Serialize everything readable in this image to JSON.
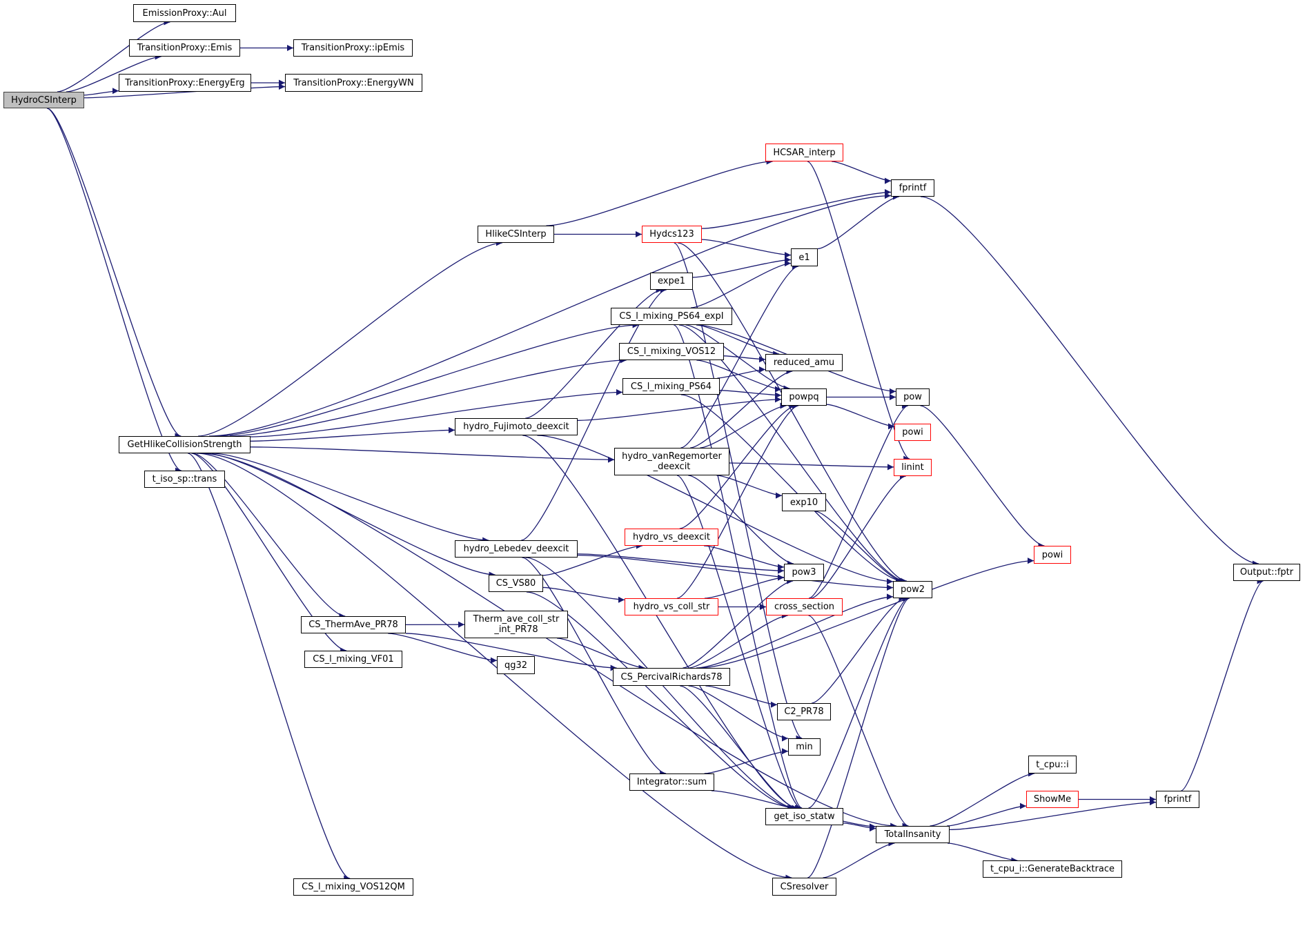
{
  "graph": {
    "type": "call-graph",
    "root": "HydroCSInterp",
    "colors": {
      "edge": "#191970",
      "node_border": "#000000",
      "truncated_border": "#ff0000",
      "root_fill": "#bfbfbf"
    },
    "nodes": {
      "HydroCSInterp": {
        "label": "HydroCSInterp",
        "kind": "root"
      },
      "EmissionProxy_Aul": {
        "label": "EmissionProxy::Aul",
        "kind": "normal"
      },
      "TransitionProxy_Emis": {
        "label": "TransitionProxy::Emis",
        "kind": "normal"
      },
      "TransitionProxy_ipEmis": {
        "label": "TransitionProxy::ipEmis",
        "kind": "normal"
      },
      "TransitionProxy_EnergyErg": {
        "label": "TransitionProxy::EnergyErg",
        "kind": "normal"
      },
      "TransitionProxy_EnergyWN": {
        "label": "TransitionProxy::EnergyWN",
        "kind": "normal"
      },
      "GetHlikeCollisionStrength": {
        "label": "GetHlikeCollisionStrength",
        "kind": "normal"
      },
      "t_iso_sp_trans": {
        "label": "t_iso_sp::trans",
        "kind": "normal"
      },
      "HlikeCSInterp": {
        "label": "HlikeCSInterp",
        "kind": "normal"
      },
      "HCSAR_interp": {
        "label": "HCSAR_interp",
        "kind": "truncated"
      },
      "Hydcs123": {
        "label": "Hydcs123",
        "kind": "truncated"
      },
      "fprintf_top": {
        "label": "fprintf",
        "kind": "normal"
      },
      "e1": {
        "label": "e1",
        "kind": "normal"
      },
      "expe1": {
        "label": "expe1",
        "kind": "normal"
      },
      "CS_l_mixing_PS64_expI": {
        "label": "CS_l_mixing_PS64_expI",
        "kind": "normal"
      },
      "CS_l_mixing_VOS12": {
        "label": "CS_l_mixing_VOS12",
        "kind": "normal"
      },
      "CS_l_mixing_PS64": {
        "label": "CS_l_mixing_PS64",
        "kind": "normal"
      },
      "reduced_amu": {
        "label": "reduced_amu",
        "kind": "normal"
      },
      "powpq": {
        "label": "powpq",
        "kind": "normal"
      },
      "pow": {
        "label": "pow",
        "kind": "normal"
      },
      "powi_top": {
        "label": "powi",
        "kind": "truncated"
      },
      "linint": {
        "label": "linint",
        "kind": "truncated"
      },
      "hydro_Fujimoto_deexcit": {
        "label": "hydro_Fujimoto_deexcit",
        "kind": "normal"
      },
      "hydro_vanRegemorter_deexcit": {
        "label": "hydro_vanRegemorter\n_deexcit",
        "kind": "normal"
      },
      "exp10": {
        "label": "exp10",
        "kind": "normal"
      },
      "hydro_Lebedev_deexcit": {
        "label": "hydro_Lebedev_deexcit",
        "kind": "normal"
      },
      "hydro_vs_deexcit": {
        "label": "hydro_vs_deexcit",
        "kind": "truncated"
      },
      "powi_low": {
        "label": "powi",
        "kind": "truncated"
      },
      "CS_VS80": {
        "label": "CS_VS80",
        "kind": "normal"
      },
      "pow3": {
        "label": "pow3",
        "kind": "normal"
      },
      "pow2": {
        "label": "pow2",
        "kind": "normal"
      },
      "hydro_vs_coll_str": {
        "label": "hydro_vs_coll_str",
        "kind": "truncated"
      },
      "cross_section": {
        "label": "cross_section",
        "kind": "truncated"
      },
      "Output_fptr": {
        "label": "Output::fptr",
        "kind": "normal"
      },
      "CS_ThermAve_PR78": {
        "label": "CS_ThermAve_PR78",
        "kind": "normal"
      },
      "Therm_ave_coll_str_int_PR78": {
        "label": "Therm_ave_coll_str\n_int_PR78",
        "kind": "normal"
      },
      "CS_l_mixing_VF01": {
        "label": "CS_l_mixing_VF01",
        "kind": "normal"
      },
      "qg32": {
        "label": "qg32",
        "kind": "normal"
      },
      "CS_PercivalRichards78": {
        "label": "CS_PercivalRichards78",
        "kind": "normal"
      },
      "C2_PR78": {
        "label": "C2_PR78",
        "kind": "normal"
      },
      "min": {
        "label": "min",
        "kind": "normal"
      },
      "t_cpu_i": {
        "label": "t_cpu::i",
        "kind": "normal"
      },
      "Integrator_sum": {
        "label": "Integrator::sum",
        "kind": "normal"
      },
      "ShowMe": {
        "label": "ShowMe",
        "kind": "truncated"
      },
      "fprintf_low": {
        "label": "fprintf",
        "kind": "normal"
      },
      "get_iso_statw": {
        "label": "get_iso_statw",
        "kind": "normal"
      },
      "TotalInsanity": {
        "label": "TotalInsanity",
        "kind": "normal"
      },
      "t_cpu_i_GenerateBacktrace": {
        "label": "t_cpu_i::GenerateBacktrace",
        "kind": "normal"
      },
      "CSresolver": {
        "label": "CSresolver",
        "kind": "normal"
      },
      "CS_l_mixing_VOS12QM": {
        "label": "CS_l_mixing_VOS12QM",
        "kind": "normal"
      }
    },
    "edges": [
      [
        "HydroCSInterp",
        "EmissionProxy_Aul"
      ],
      [
        "HydroCSInterp",
        "TransitionProxy_Emis"
      ],
      [
        "HydroCSInterp",
        "TransitionProxy_EnergyErg"
      ],
      [
        "HydroCSInterp",
        "TransitionProxy_EnergyWN"
      ],
      [
        "HydroCSInterp",
        "GetHlikeCollisionStrength"
      ],
      [
        "HydroCSInterp",
        "t_iso_sp_trans"
      ],
      [
        "TransitionProxy_Emis",
        "TransitionProxy_ipEmis"
      ],
      [
        "TransitionProxy_EnergyErg",
        "TransitionProxy_EnergyWN"
      ],
      [
        "GetHlikeCollisionStrength",
        "fprintf_top"
      ],
      [
        "GetHlikeCollisionStrength",
        "HlikeCSInterp"
      ],
      [
        "GetHlikeCollisionStrength",
        "CS_l_mixing_PS64_expI"
      ],
      [
        "GetHlikeCollisionStrength",
        "CS_l_mixing_VOS12"
      ],
      [
        "GetHlikeCollisionStrength",
        "CS_l_mixing_PS64"
      ],
      [
        "GetHlikeCollisionStrength",
        "hydro_Fujimoto_deexcit"
      ],
      [
        "GetHlikeCollisionStrength",
        "hydro_vanRegemorter_deexcit"
      ],
      [
        "GetHlikeCollisionStrength",
        "hydro_Lebedev_deexcit"
      ],
      [
        "GetHlikeCollisionStrength",
        "CS_VS80"
      ],
      [
        "GetHlikeCollisionStrength",
        "CS_ThermAve_PR78"
      ],
      [
        "GetHlikeCollisionStrength",
        "CS_l_mixing_VF01"
      ],
      [
        "GetHlikeCollisionStrength",
        "CS_l_mixing_VOS12QM"
      ],
      [
        "GetHlikeCollisionStrength",
        "CSresolver"
      ],
      [
        "GetHlikeCollisionStrength",
        "TotalInsanity"
      ],
      [
        "HlikeCSInterp",
        "HCSAR_interp"
      ],
      [
        "HlikeCSInterp",
        "Hydcs123"
      ],
      [
        "HCSAR_interp",
        "fprintf_top"
      ],
      [
        "HCSAR_interp",
        "linint"
      ],
      [
        "Hydcs123",
        "fprintf_top"
      ],
      [
        "Hydcs123",
        "e1"
      ],
      [
        "Hydcs123",
        "pow2"
      ],
      [
        "Hydcs123",
        "min"
      ],
      [
        "e1",
        "fprintf_top"
      ],
      [
        "fprintf_top",
        "Output_fptr"
      ],
      [
        "expe1",
        "e1"
      ],
      [
        "CS_l_mixing_PS64_expI",
        "e1"
      ],
      [
        "CS_l_mixing_PS64_expI",
        "pow"
      ],
      [
        "CS_l_mixing_PS64_expI",
        "reduced_amu"
      ],
      [
        "CS_l_mixing_PS64_expI",
        "powpq"
      ],
      [
        "CS_l_mixing_PS64_expI",
        "pow2"
      ],
      [
        "CS_l_mixing_PS64_expI",
        "get_iso_statw"
      ],
      [
        "CS_l_mixing_VOS12",
        "reduced_amu"
      ],
      [
        "CS_l_mixing_VOS12",
        "powpq"
      ],
      [
        "CS_l_mixing_PS64",
        "reduced_amu"
      ],
      [
        "CS_l_mixing_PS64",
        "powpq"
      ],
      [
        "CS_l_mixing_PS64",
        "pow2"
      ],
      [
        "powpq",
        "pow"
      ],
      [
        "powpq",
        "powi_top"
      ],
      [
        "pow",
        "powi_low"
      ],
      [
        "hydro_Fujimoto_deexcit",
        "expe1"
      ],
      [
        "hydro_Fujimoto_deexcit",
        "powpq"
      ],
      [
        "hydro_Fujimoto_deexcit",
        "pow2"
      ],
      [
        "hydro_Fujimoto_deexcit",
        "get_iso_statw"
      ],
      [
        "hydro_vanRegemorter_deexcit",
        "e1"
      ],
      [
        "hydro_vanRegemorter_deexcit",
        "reduced_amu"
      ],
      [
        "hydro_vanRegemorter_deexcit",
        "powpq"
      ],
      [
        "hydro_vanRegemorter_deexcit",
        "linint"
      ],
      [
        "hydro_vanRegemorter_deexcit",
        "exp10"
      ],
      [
        "hydro_vanRegemorter_deexcit",
        "pow3"
      ],
      [
        "hydro_vanRegemorter_deexcit",
        "get_iso_statw"
      ],
      [
        "exp10",
        "pow2"
      ],
      [
        "hydro_Lebedev_deexcit",
        "expe1"
      ],
      [
        "hydro_Lebedev_deexcit",
        "pow3"
      ],
      [
        "hydro_Lebedev_deexcit",
        "pow2"
      ],
      [
        "hydro_Lebedev_deexcit",
        "Integrator_sum"
      ],
      [
        "hydro_Lebedev_deexcit",
        "get_iso_statw"
      ],
      [
        "hydro_vs_deexcit",
        "powpq"
      ],
      [
        "hydro_vs_deexcit",
        "pow3"
      ],
      [
        "CS_VS80",
        "hydro_vs_deexcit"
      ],
      [
        "CS_VS80",
        "hydro_vs_coll_str"
      ],
      [
        "CS_VS80",
        "get_iso_statw"
      ],
      [
        "hydro_vs_coll_str",
        "powpq"
      ],
      [
        "hydro_vs_coll_str",
        "pow3"
      ],
      [
        "hydro_vs_coll_str",
        "cross_section"
      ],
      [
        "cross_section",
        "pow"
      ],
      [
        "cross_section",
        "linint"
      ],
      [
        "cross_section",
        "TotalInsanity"
      ],
      [
        "CS_ThermAve_PR78",
        "Therm_ave_coll_str_int_PR78"
      ],
      [
        "CS_ThermAve_PR78",
        "qg32"
      ],
      [
        "CS_ThermAve_PR78",
        "CS_PercivalRichards78"
      ],
      [
        "Therm_ave_coll_str_int_PR78",
        "CS_PercivalRichards78"
      ],
      [
        "CS_PercivalRichards78",
        "pow3"
      ],
      [
        "CS_PercivalRichards78",
        "cross_section"
      ],
      [
        "CS_PercivalRichards78",
        "pow2"
      ],
      [
        "CS_PercivalRichards78",
        "C2_PR78"
      ],
      [
        "CS_PercivalRichards78",
        "min"
      ],
      [
        "CS_PercivalRichards78",
        "get_iso_statw"
      ],
      [
        "CS_PercivalRichards78",
        "powi_low"
      ],
      [
        "C2_PR78",
        "pow2"
      ],
      [
        "Integrator_sum",
        "min"
      ],
      [
        "Integrator_sum",
        "TotalInsanity"
      ],
      [
        "get_iso_statw",
        "pow2"
      ],
      [
        "get_iso_statw",
        "TotalInsanity"
      ],
      [
        "CSresolver",
        "pow2"
      ],
      [
        "CSresolver",
        "TotalInsanity"
      ],
      [
        "TotalInsanity",
        "t_cpu_i"
      ],
      [
        "TotalInsanity",
        "ShowMe"
      ],
      [
        "TotalInsanity",
        "fprintf_low"
      ],
      [
        "TotalInsanity",
        "t_cpu_i_GenerateBacktrace"
      ],
      [
        "ShowMe",
        "fprintf_low"
      ],
      [
        "fprintf_low",
        "Output_fptr"
      ]
    ]
  }
}
